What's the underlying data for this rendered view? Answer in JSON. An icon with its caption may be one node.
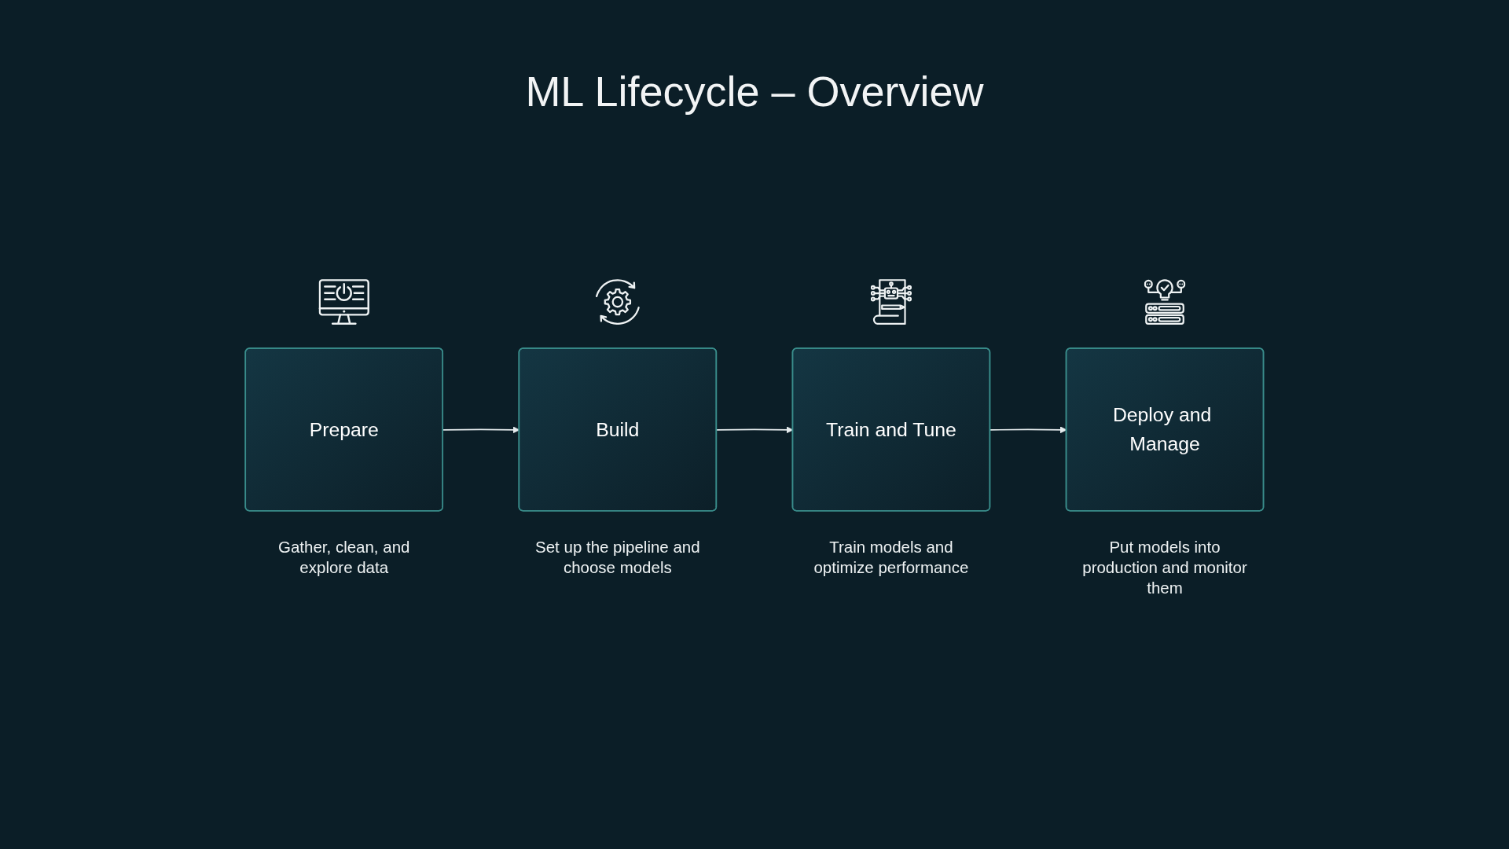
{
  "diagram": {
    "title": "ML Lifecycle – Overview",
    "nodes": [
      {
        "text": [
          "Prepare"
        ],
        "beside": [
          "Gather, clean, and explore data"
        ]
      },
      {
        "text": [
          "Build"
        ],
        "beside": [
          "Set up the pipeline and choose models"
        ]
      },
      {
        "text": [
          "Train and Tune"
        ],
        "beside": [
          "Train models and optimize performance"
        ]
      },
      {
        "text": [
          "Deploy and Manage"
        ],
        "beside": [
          "Put models into production and monitor them"
        ]
      }
    ],
    "edges": [
      {
        "from": 0,
        "to": 1,
        "arrow": "to"
      },
      {
        "from": 1,
        "to": 2,
        "arrow": "to"
      },
      {
        "from": 2,
        "to": 3,
        "arrow": "to"
      }
    ]
  }
}
